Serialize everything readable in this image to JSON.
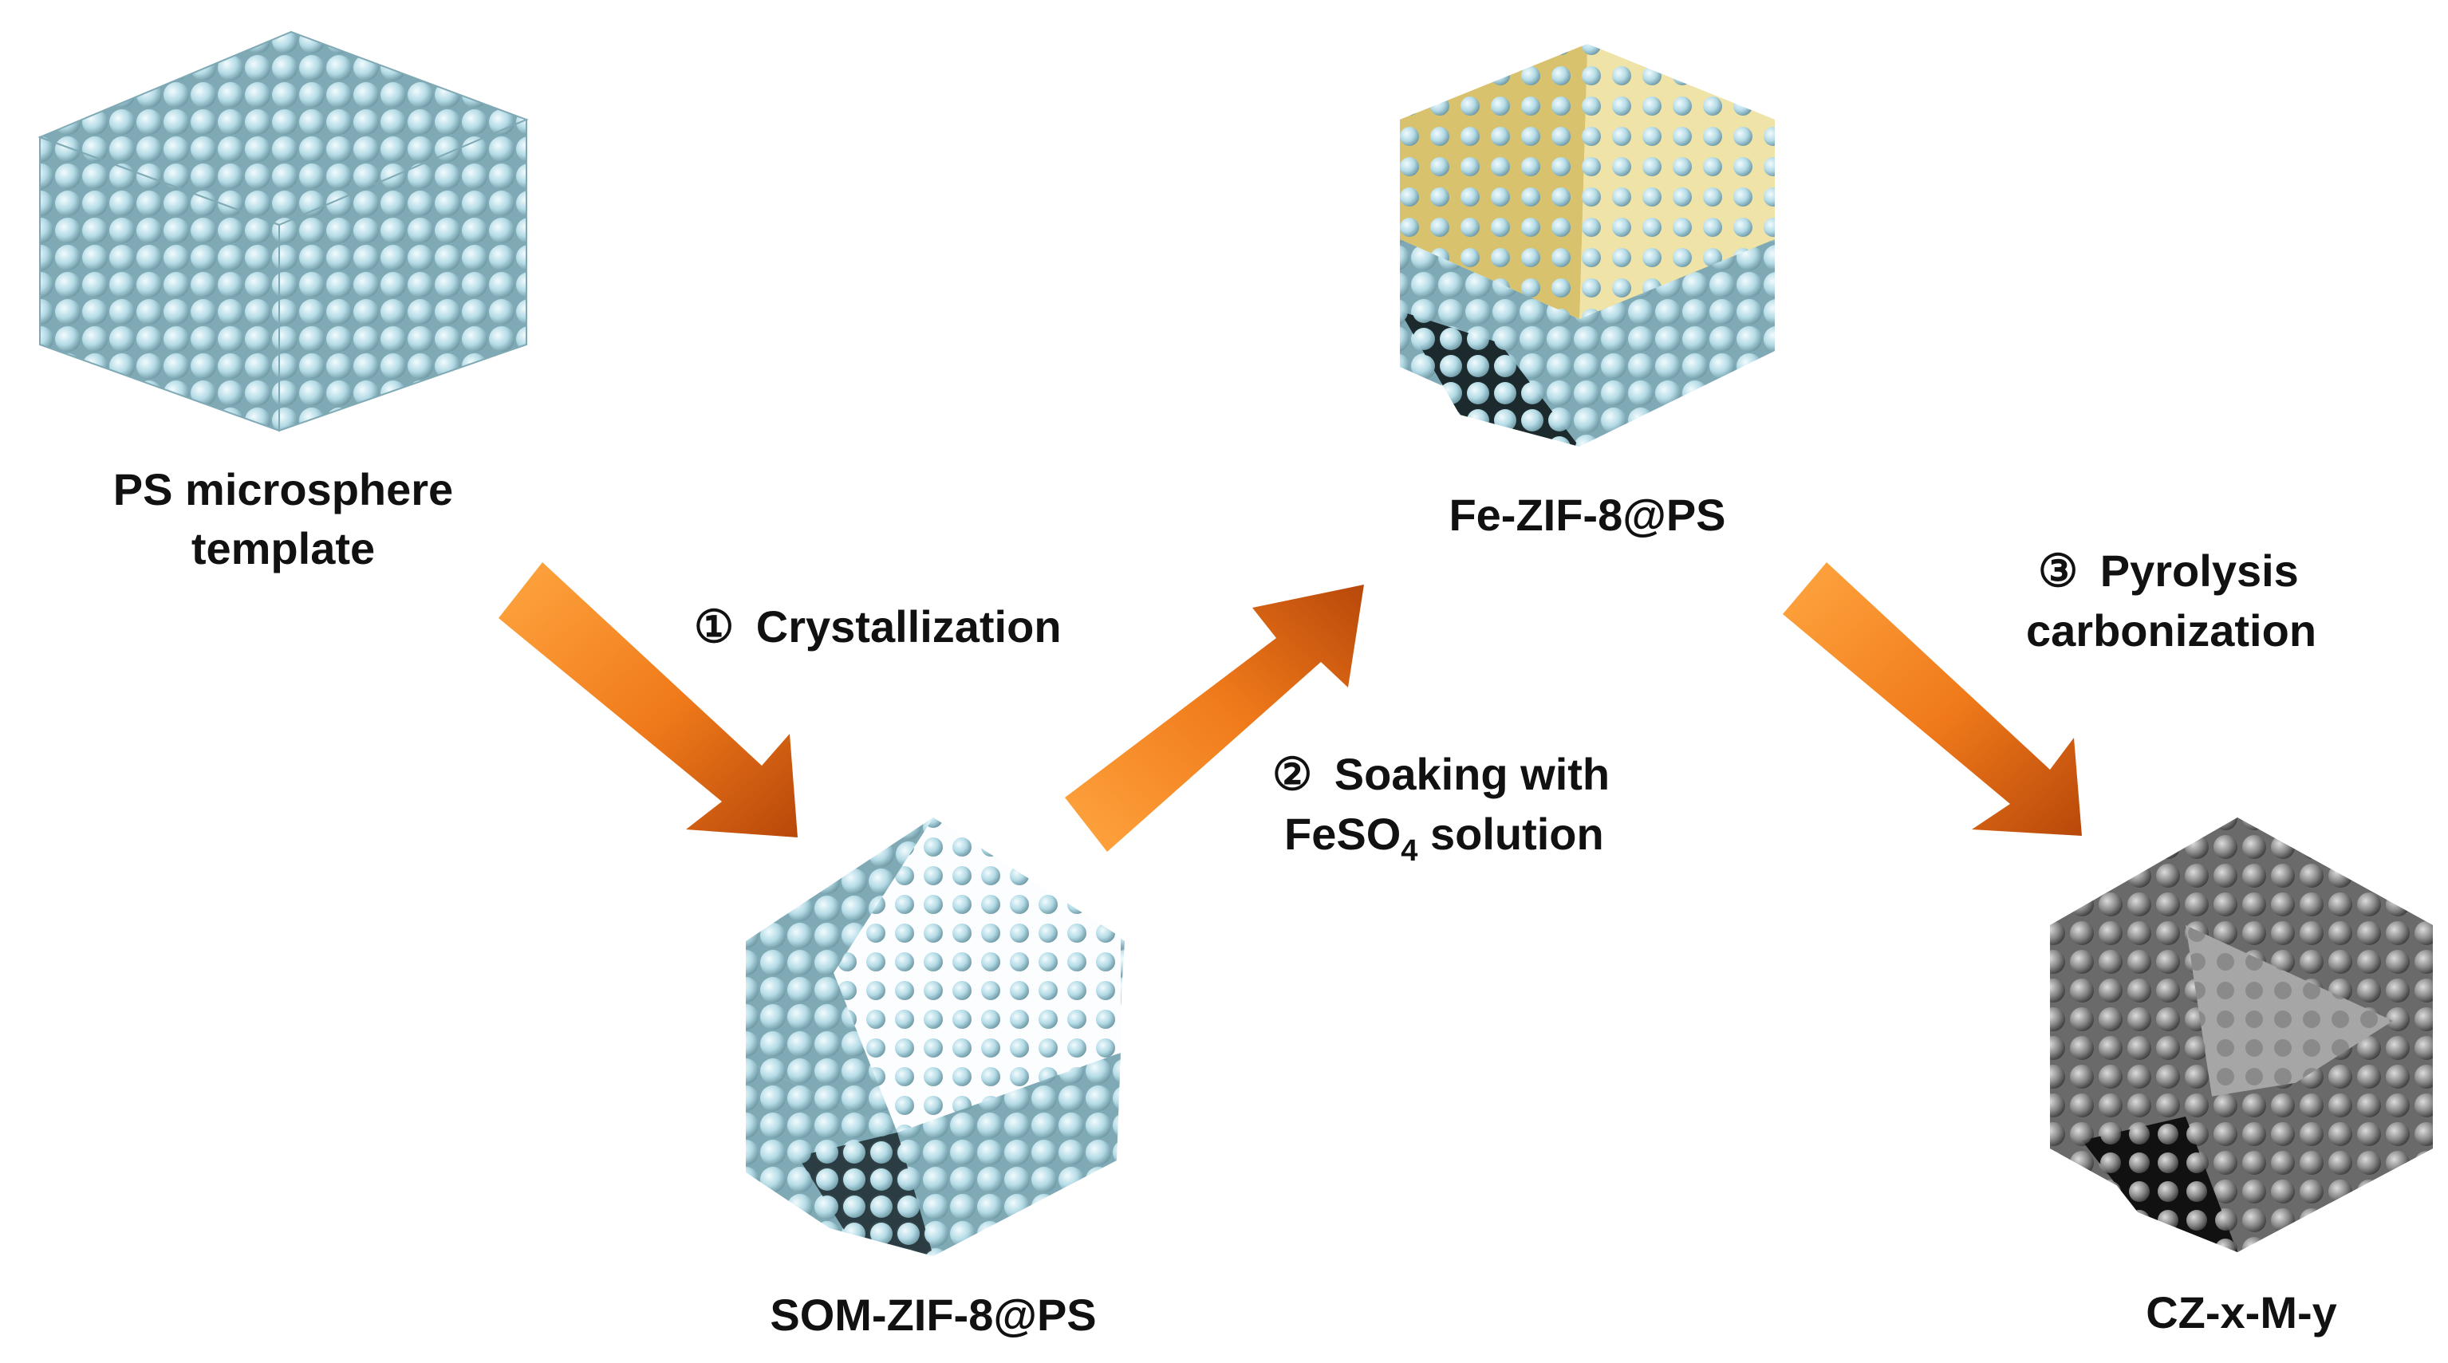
{
  "labels": {
    "ps_line1": "PS microsphere",
    "ps_line2": "template",
    "som": "SOM-ZIF-8@PS",
    "fe": "Fe-ZIF-8@PS",
    "cz": "CZ-x-M-y"
  },
  "steps": {
    "step1": {
      "num": "①",
      "text": "Crystallization"
    },
    "step2": {
      "num": "②",
      "text_line1": "Soaking with",
      "text_line2_prefix": "FeSO",
      "text_line2_sub": "4",
      "text_line2_suffix": " solution"
    },
    "step3": {
      "num": "③",
      "text_line1": "Pyrolysis",
      "text_line2": "carbonization"
    }
  },
  "colors": {
    "sphere": "#b4dbe6",
    "sphere_highlight": "#eef8fb",
    "sphere_shadow": "#6f9aa6",
    "yellow_face": "#d7c06c",
    "carbon": "#8a8a8a",
    "carbon_dark": "#5a5a5a",
    "arrow_light": "#ff9a2e",
    "arrow_dark": "#c2510c",
    "text": "#111111"
  }
}
